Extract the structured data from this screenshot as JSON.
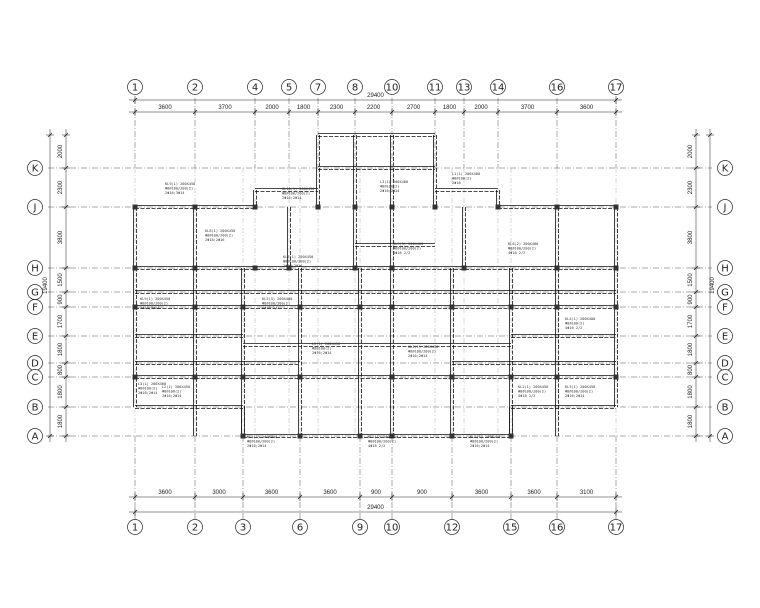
{
  "drawing": {
    "total_width": "29400",
    "total_depth": "19400",
    "top_axes": [
      "1",
      "2",
      "4",
      "5",
      "7",
      "8",
      "10",
      "11",
      "13",
      "14",
      "16",
      "17"
    ],
    "bottom_axes": [
      "1",
      "2",
      "3",
      "6",
      "9",
      "10",
      "12",
      "15",
      "16",
      "17"
    ],
    "row_axes": [
      "K",
      "J",
      "H",
      "G",
      "F",
      "E",
      "D",
      "C",
      "B",
      "A"
    ],
    "top_dims": [
      "3600",
      "3700",
      "2000",
      "1800",
      "2300",
      "2200",
      "2700",
      "1800",
      "2000",
      "3700",
      "3600"
    ],
    "bottom_dims": [
      "3600",
      "3000",
      "3600",
      "3600",
      "900",
      "900",
      "3600",
      "3600",
      "3100",
      "3600"
    ],
    "left_dims": [
      "2000",
      "2300",
      "3800",
      "1500",
      "900",
      "1700",
      "1800",
      "800",
      "1800",
      "1800"
    ],
    "right_dims": [
      "2000",
      "2300",
      "3800",
      "1500",
      "900",
      "1700",
      "1800",
      "800",
      "1800",
      "1800"
    ]
  },
  "beam_notes": [
    {
      "t1": "KL9(1) 200X450",
      "t2": "Φ8@100/200(2)",
      "t3": "2Φ16;3Φ14"
    },
    {
      "t1": "KL8(1) 200X450",
      "t2": "Φ8@100/200(2)",
      "t3": "2Φ18;2Φ16"
    },
    {
      "t1": "KL5(3) 200X400",
      "t2": "Φ8@100/200(2)",
      "t3": "4Φ16 2/2"
    },
    {
      "t1": "L2(1) 200X450",
      "t2": "Φ8@100(2)",
      "t3": "2Φ16;2Φ14"
    },
    {
      "t1": "KL1(1) 200X450",
      "t2": "Φ8@100/200(2)",
      "t3": "2Φ16;2Φ14"
    },
    {
      "t1": "KL2(1) 200X450",
      "t2": "Φ8@100/200(2)",
      "t3": "4Φ18 2/2"
    },
    {
      "t1": "KL3(1) 200X450",
      "t2": "Φ8@100/200(2)",
      "t3": "2Φ16;2Φ14"
    },
    {
      "t1": "L3(1) 200X400",
      "t2": "Φ8@100(2)",
      "t3": "2Φ16;2Φ14"
    },
    {
      "t1": "KL6(2) 200X400",
      "t2": "Φ8@100/200(2)",
      "t3": "4Φ18 2/2"
    },
    {
      "t1": "KL10(1) 200X450",
      "t2": "Φ8@100/200(2)",
      "t3": "2Φ16;2Φ14"
    },
    {
      "t1": "L1(1) 200X400",
      "t2": "Φ8@100(2)",
      "t3": "2Φ16"
    },
    {
      "t1": "KL4(1) 200X400",
      "t2": "Φ8@100(2)",
      "t3": "4Φ16 2/2"
    }
  ]
}
